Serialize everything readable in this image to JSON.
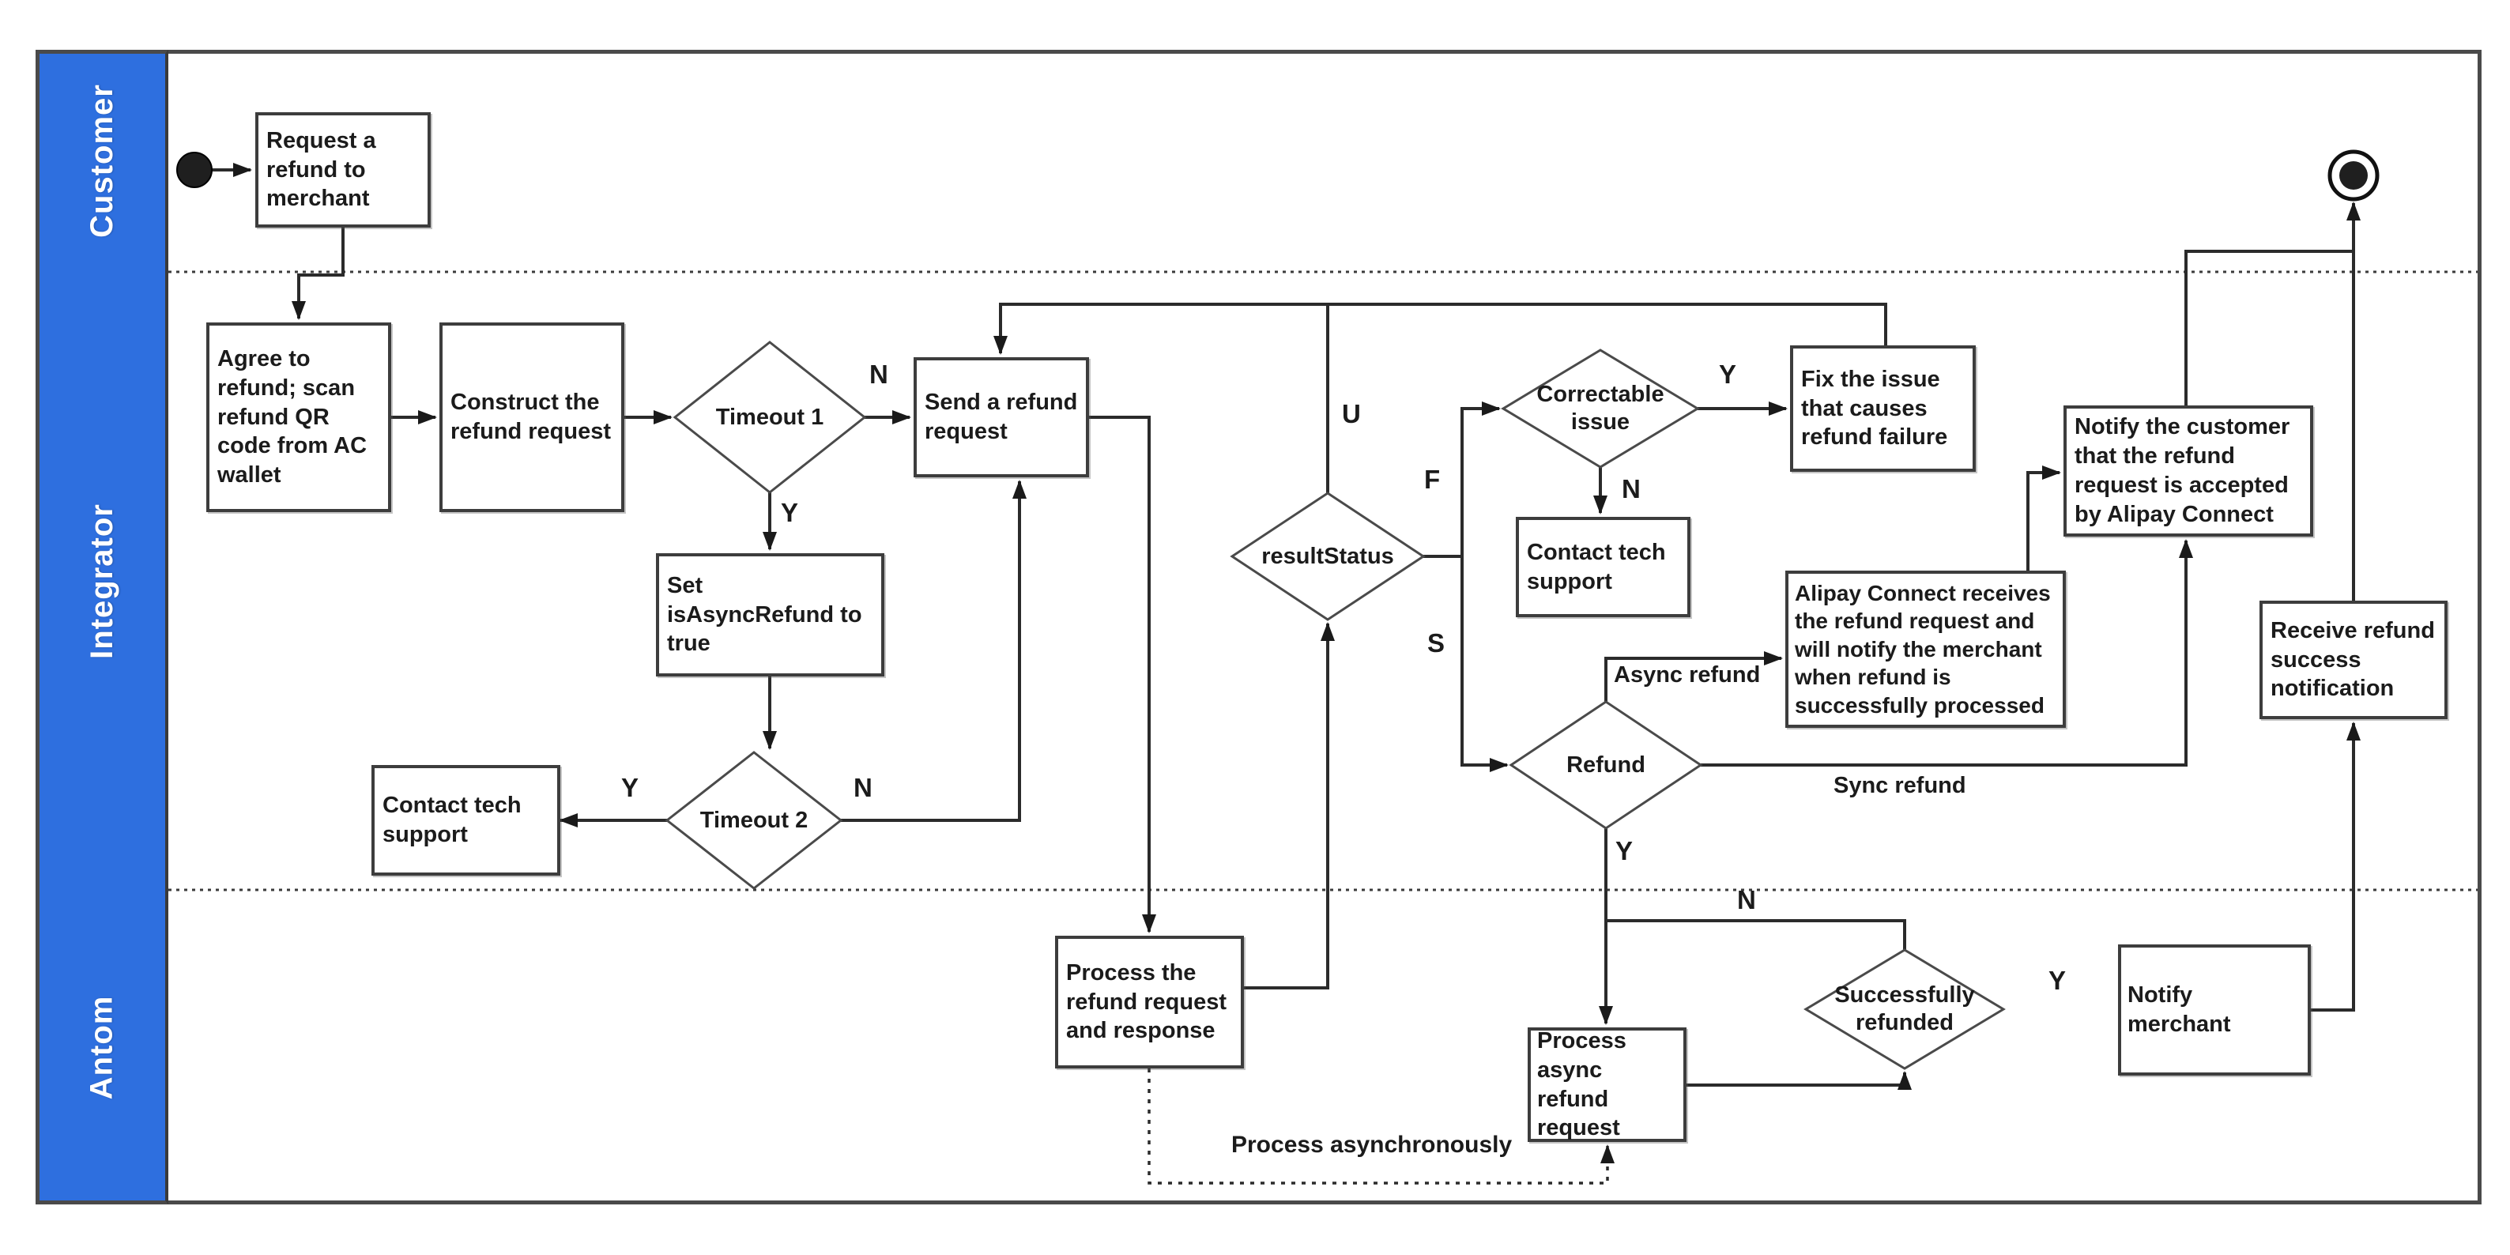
{
  "lanes": [
    {
      "label": "Customer"
    },
    {
      "label": "Integrator"
    },
    {
      "label": "Antom"
    }
  ],
  "nodes": {
    "request_refund": "Request a refund to merchant",
    "agree_refund": "Agree to refund; scan refund QR code from AC wallet",
    "construct_request": "Construct the refund request",
    "timeout1": "Timeout 1",
    "send_request": "Send a refund request",
    "set_async": "Set isAsyncRefund to true",
    "timeout2": "Timeout 2",
    "contact_support_left": "Contact tech support",
    "result_status": "resultStatus",
    "correctable_issue": "Correctable issue",
    "fix_issue": "Fix the issue that causes refund failure",
    "contact_support_right": "Contact tech support",
    "refund": "Refund",
    "alipay_connect": "Alipay Connect receives the refund request and will notify the merchant when refund is successfully processed",
    "notify_customer": "Notify the customer that the refund request is accepted by Alipay Connect",
    "receive_notification": "Receive refund success notification",
    "process_request": "Process the refund request and response",
    "process_async_request": "Process async refund request",
    "successfully_refunded": "Successfully refunded",
    "notify_merchant": "Notify merchant"
  },
  "edge_labels": {
    "timeout1_n": "N",
    "timeout1_y": "Y",
    "timeout2_y": "Y",
    "timeout2_n": "N",
    "u": "U",
    "f": "F",
    "s": "S",
    "correctable_y": "Y",
    "correctable_n": "N",
    "async_refund": "Async refund",
    "sync_refund": "Sync refund",
    "refund_y": "Y",
    "refunded_n": "N",
    "refunded_y": "Y",
    "process_asynchronously": "Process asynchronously"
  },
  "colors": {
    "lane_fill": "#2E6FDF",
    "line": "#2b2b2b",
    "box_border": "#3d3d3d",
    "background": "#ffffff"
  }
}
